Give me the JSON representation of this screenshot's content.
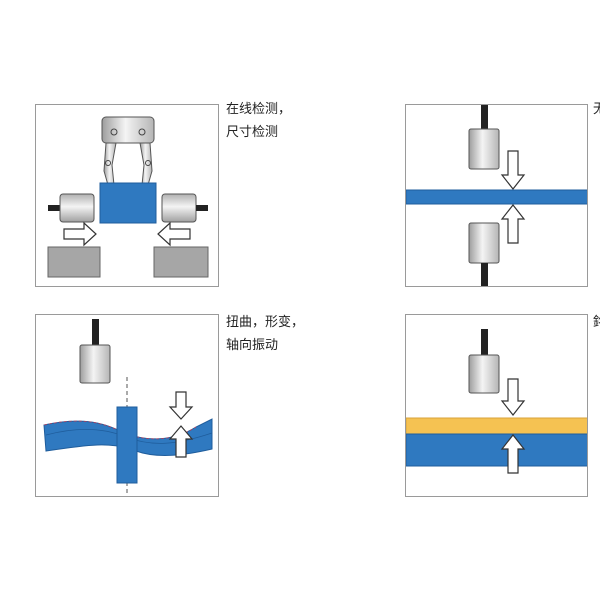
{
  "colors": {
    "blue": "#2f79c0",
    "blue_dark": "#1f5d9c",
    "yellow": "#f5c252",
    "gray_block": "#a6a6a6",
    "border": "#9a9a9a"
  },
  "panels": [
    {
      "id": "gripper",
      "caption_lines": [
        "在线检测，",
        "尺寸检测"
      ],
      "icons": [
        "gripper-icon",
        "sensor-icon",
        "arrow-icon"
      ]
    },
    {
      "id": "thickness",
      "caption_lines": [
        "无"
      ],
      "icons": [
        "sensor-icon",
        "arrow-icon"
      ]
    },
    {
      "id": "twist",
      "caption_lines": [
        "扭曲，形变，",
        "轴向振动"
      ],
      "icons": [
        "sensor-icon",
        "arrow-icon"
      ]
    },
    {
      "id": "layer",
      "caption_lines": [
        "銘"
      ],
      "icons": [
        "sensor-icon",
        "arrow-icon"
      ]
    }
  ]
}
